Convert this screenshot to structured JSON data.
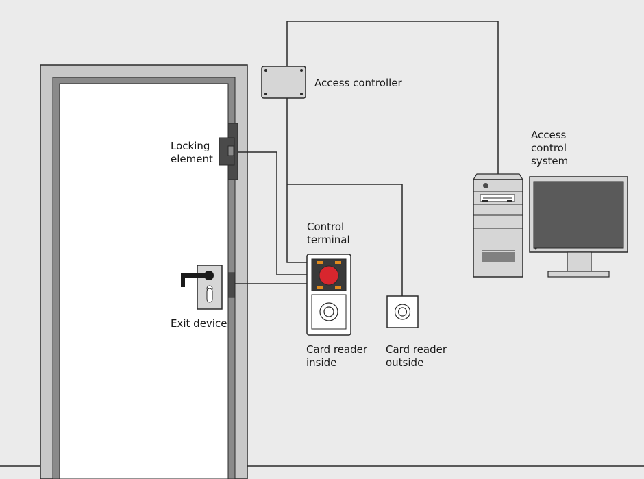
{
  "labels": {
    "access_controller": "Access controller",
    "access_control_system": [
      "Access",
      "control",
      "system"
    ],
    "locking_element": [
      "Locking",
      "element"
    ],
    "control_terminal": [
      "Control",
      "terminal"
    ],
    "exit_device": "Exit device",
    "card_reader_inside": [
      "Card reader",
      "inside"
    ],
    "card_reader_outside": [
      "Card reader",
      "outside"
    ]
  },
  "colors": {
    "background": "#ebebeb",
    "wall_line": "#2a2a2a",
    "frame_fill": "#c8c8c8",
    "frame_shade": "#8a8a8a",
    "device_fill": "#d6d6d6",
    "locking_fill": "#4a4a4a",
    "button_red": "#d8262e",
    "indicator_orange": "#e08a1e",
    "screen_fill": "#5a5a5a"
  }
}
